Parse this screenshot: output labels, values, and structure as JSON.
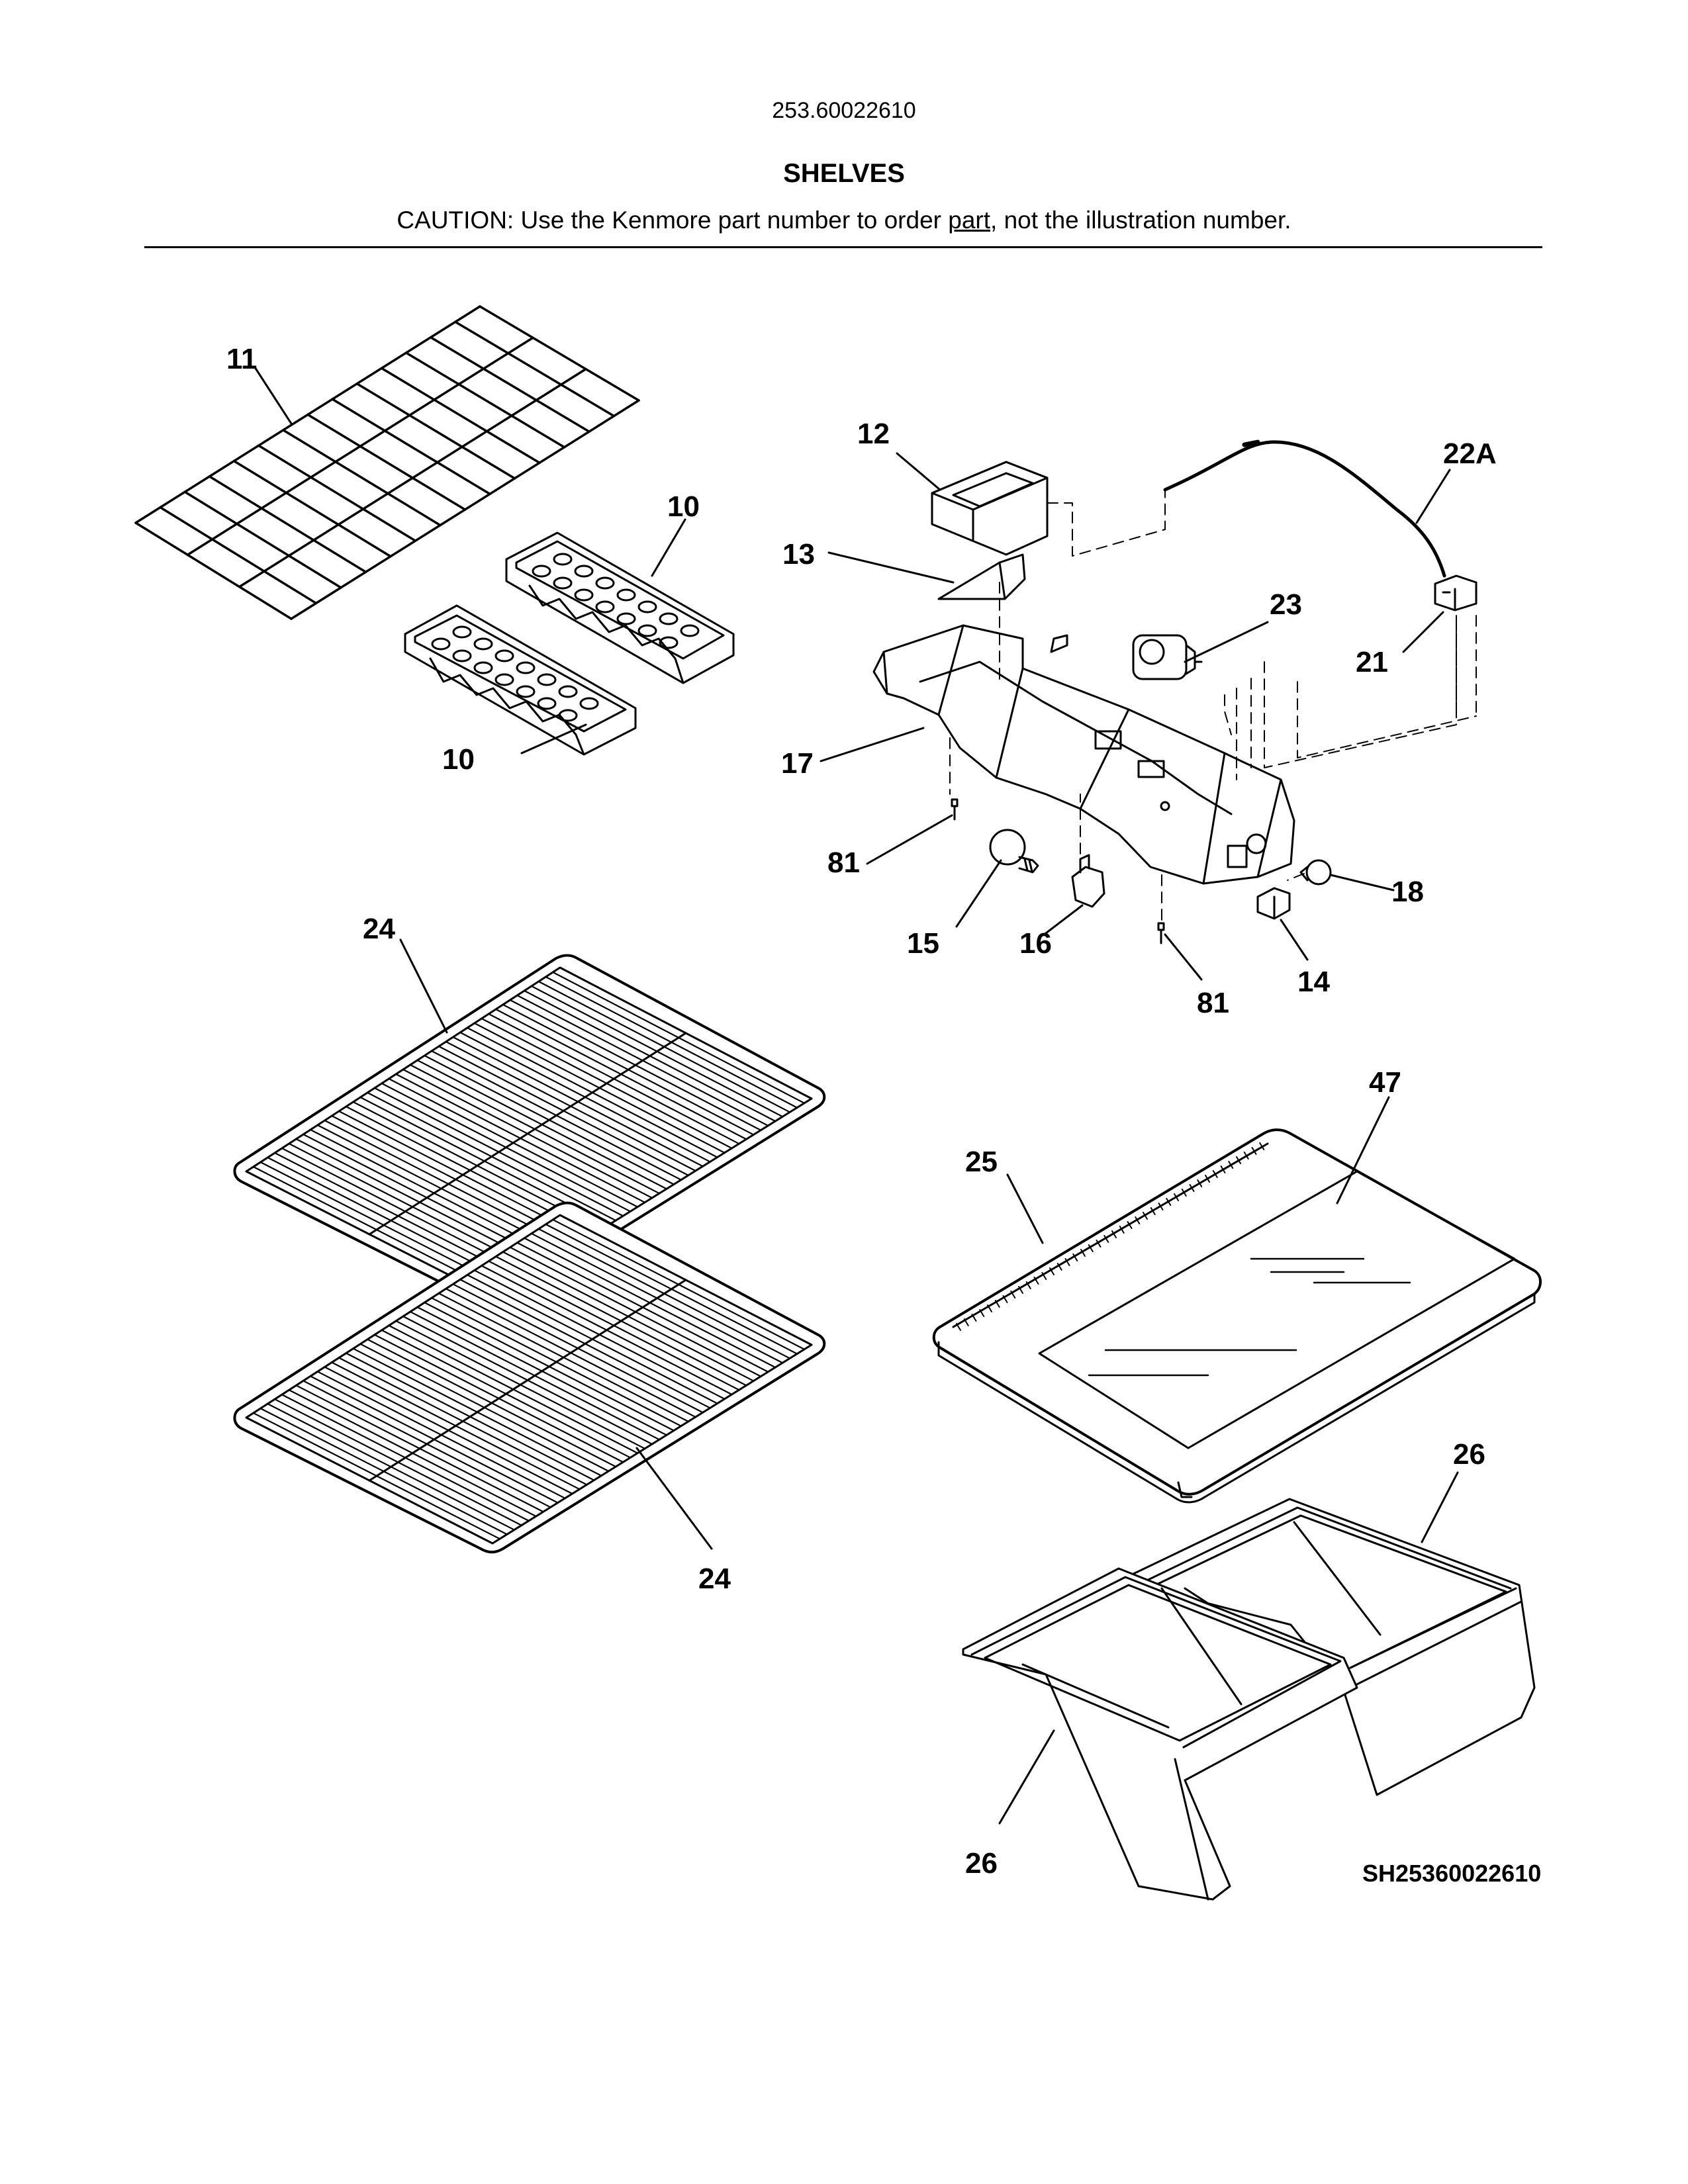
{
  "header": {
    "model_number": "253.60022610",
    "section_title": "SHELVES",
    "caution_prefix": "CAUTION: Use the Kenmore part number to order ",
    "caution_link": "part",
    "caution_suffix": ", not the illustration number."
  },
  "callouts": [
    {
      "id": "c11",
      "text": "11"
    },
    {
      "id": "c10a",
      "text": "10"
    },
    {
      "id": "c10b",
      "text": "10"
    },
    {
      "id": "c12",
      "text": "12"
    },
    {
      "id": "c13",
      "text": "13"
    },
    {
      "id": "c22a",
      "text": "22A"
    },
    {
      "id": "c23",
      "text": "23"
    },
    {
      "id": "c21",
      "text": "21"
    },
    {
      "id": "c17",
      "text": "17"
    },
    {
      "id": "c81a",
      "text": "81"
    },
    {
      "id": "c81b",
      "text": "81"
    },
    {
      "id": "c18",
      "text": "18"
    },
    {
      "id": "c15",
      "text": "15"
    },
    {
      "id": "c16",
      "text": "16"
    },
    {
      "id": "c14",
      "text": "14"
    },
    {
      "id": "c24a",
      "text": "24"
    },
    {
      "id": "c24b",
      "text": "24"
    },
    {
      "id": "c47",
      "text": "47"
    },
    {
      "id": "c25",
      "text": "25"
    },
    {
      "id": "c26a",
      "text": "26"
    },
    {
      "id": "c26b",
      "text": "26"
    }
  ],
  "diagram_code": "SH25360022610"
}
